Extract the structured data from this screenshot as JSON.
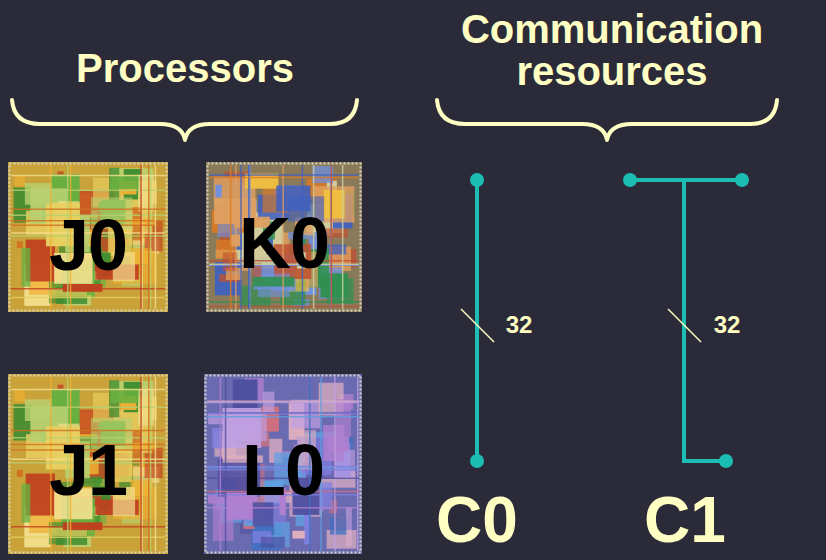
{
  "diagram": {
    "nodes": [
      {
        "text": [
          "J0"
        ]
      },
      {
        "text": [
          "K0"
        ]
      },
      {
        "text": [
          "J1"
        ]
      },
      {
        "text": [
          "L0"
        ]
      }
    ],
    "labels": [
      "Processors",
      "Communication resources",
      "32",
      "32",
      "C0",
      "C1"
    ]
  }
}
